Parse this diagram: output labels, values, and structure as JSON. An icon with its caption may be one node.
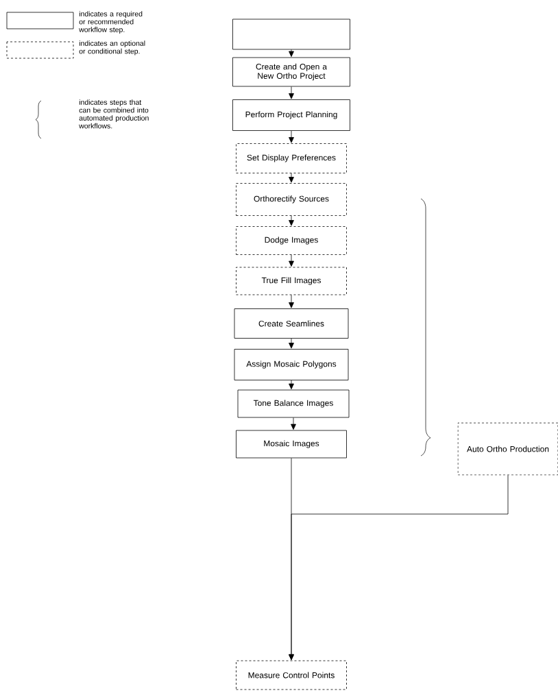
{
  "diagram": {
    "nodes": [
      {
        "text": [],
        "shape": "box"
      },
      {
        "text": [
          "Create and Open a New Ortho Project"
        ]
      },
      {
        "text": [
          "Perform Project Planning"
        ]
      },
      {
        "text": [
          "Set Display Preferences"
        ]
      },
      {
        "text": [
          "Orthorectify Sources"
        ]
      },
      {
        "text": [
          "Dodge Images"
        ]
      },
      {
        "text": [
          "True Fill Images"
        ]
      },
      {
        "text": [
          "Create Seamlines"
        ]
      },
      {
        "text": [
          "Assign Mosaic Polygons"
        ]
      },
      {
        "text": [
          "Tone Balance Images"
        ]
      },
      {
        "text": [
          "Mosaic Images"
        ]
      },
      {
        "text": [
          "Auto Ortho Production"
        ]
      },
      {
        "text": [
          "Measure Control Points"
        ]
      }
    ],
    "edges": [
      {
        "from": 0,
        "to": 1,
        "arrow": "to"
      },
      {
        "from": 1,
        "to": 2,
        "arrow": "to"
      },
      {
        "from": 2,
        "to": 3,
        "arrow": "to"
      },
      {
        "from": 3,
        "to": 4,
        "arrow": "to"
      },
      {
        "from": 4,
        "to": 5,
        "arrow": "to"
      },
      {
        "from": 5,
        "to": 6,
        "arrow": "to"
      },
      {
        "from": 6,
        "to": 7,
        "arrow": "to"
      },
      {
        "from": 7,
        "to": 8,
        "arrow": "to"
      },
      {
        "from": 8,
        "to": 9,
        "arrow": "to"
      },
      {
        "from": 9,
        "to": 10,
        "arrow": "to"
      },
      {
        "from": 10,
        "to": 12,
        "arrow": "to"
      },
      {
        "from": 11,
        "to": 12,
        "arrow": "to"
      }
    ],
    "legend": [
      {
        "text": "indicates a required or recommended workflow step."
      },
      {
        "text": "indicates an optional or conditional step."
      },
      {
        "text": "indicates steps that can be combined into automated production workflows."
      }
    ]
  }
}
